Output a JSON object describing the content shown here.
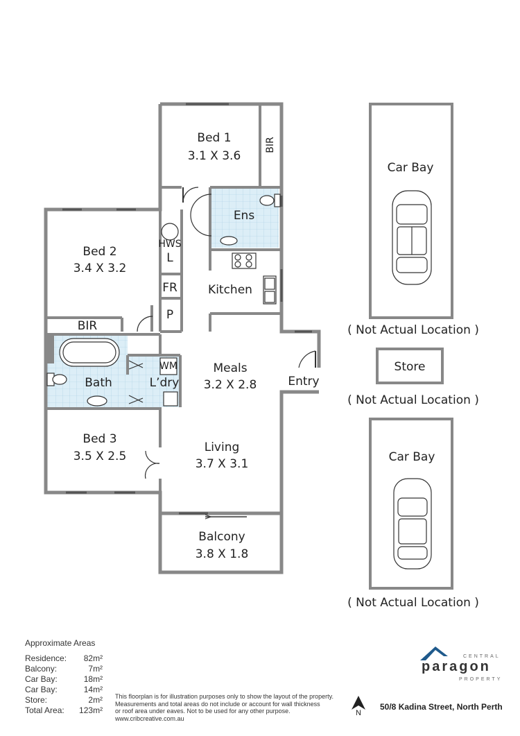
{
  "rooms": {
    "bed1": {
      "name": "Bed 1",
      "size": "3.1 X 3.6"
    },
    "bed1_bir": "BIR",
    "ens": "Ens",
    "hws": "HWS",
    "l": "L",
    "fr": "FR",
    "p": "P",
    "bed2": {
      "name": "Bed 2",
      "size": "3.4 X 3.2"
    },
    "bed2_bir": "BIR",
    "kitchen": "Kitchen",
    "meals": {
      "name": "Meals",
      "size": "3.2 X 2.8"
    },
    "entry": "Entry",
    "bath": "Bath",
    "wm": "WM",
    "laundry": "L’dry",
    "bed3": {
      "name": "Bed 3",
      "size": "3.5 X 2.5"
    },
    "living": {
      "name": "Living",
      "size": "3.7 X 3.1"
    },
    "balcony": {
      "name": "Balcony",
      "size": "3.8 X 1.8"
    }
  },
  "car_bay_1": {
    "label": "Car Bay",
    "note": "( Not Actual Location )"
  },
  "store": {
    "label": "Store",
    "note": "( Not Actual Location )"
  },
  "car_bay_2": {
    "label": "Car Bay",
    "note": "( Not Actual Location )"
  },
  "areas": {
    "title": "Approximate Areas",
    "rows": [
      {
        "label": "Residence:",
        "value": "82m²"
      },
      {
        "label": "Balcony:",
        "value": "7m²"
      },
      {
        "label": "Car Bay:",
        "value": "18m²"
      },
      {
        "label": "Car Bay:",
        "value": "14m²"
      },
      {
        "label": "Store:",
        "value": "2m²"
      },
      {
        "label": "Total Area:",
        "value": "123m²"
      }
    ]
  },
  "disclaimer": {
    "line1": "This floorplan is for illustration purposes only to show the layout of the property.",
    "line2": "Measurements and total areas do not include or account for wall thickness",
    "line3": "or roof area under eaves. Not to be used for any other purpose.",
    "line4": "www.cribcreative.com.au"
  },
  "north_label": "N",
  "address": "50/8 Kadina Street, North Perth",
  "logo": {
    "top": "CENTRAL",
    "main": "paragon",
    "bottom": "PROPERTY"
  },
  "colors": {
    "wall": "#888888",
    "tile": "#dceef7",
    "text": "#222222"
  }
}
